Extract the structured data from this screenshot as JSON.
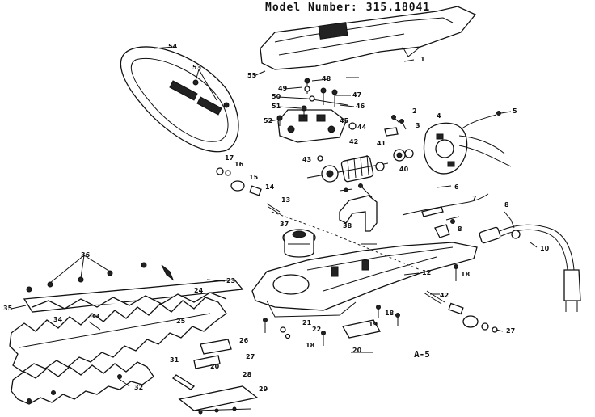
{
  "header": {
    "label": "Model Number:",
    "value": "315.18041"
  },
  "figure_label": "A-5",
  "callouts": {
    "c1": "1",
    "c2": "2",
    "c3": "3",
    "c4": "4",
    "c5": "5",
    "c6": "6",
    "c7": "7",
    "c8": "8",
    "c10": "10",
    "c12": "12",
    "c13": "13",
    "c14": "14",
    "c15": "15",
    "c16": "16",
    "c17": "17",
    "c18": "18",
    "c19": "19",
    "c20": "20",
    "c21": "21",
    "c22": "22",
    "c23": "23",
    "c24": "24",
    "c25": "25",
    "c26": "26",
    "c27": "27",
    "c28": "28",
    "c29": "29",
    "c31": "31",
    "c32": "32",
    "c33": "33",
    "c34": "34",
    "c35": "35",
    "c36": "36",
    "c37": "37",
    "c38": "38",
    "c40": "40",
    "c41": "41",
    "c42": "42",
    "c43": "43",
    "c44": "44",
    "c45": "45",
    "c46": "46",
    "c47": "47",
    "c48": "48",
    "c49": "49",
    "c50": "50",
    "c51": "51",
    "c52": "52",
    "c53": "53",
    "c54": "54",
    "c55": "55"
  }
}
